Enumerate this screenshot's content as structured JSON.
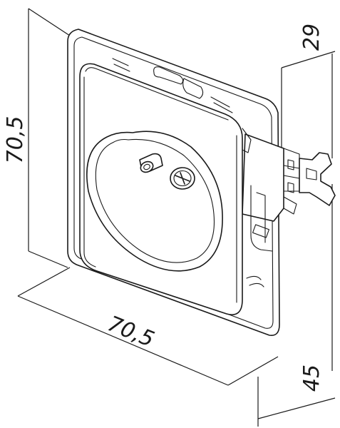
{
  "dimensions": {
    "height_label": "70,5",
    "width_label": "70,5",
    "depth_label": "29",
    "total_depth_label": "45"
  },
  "colors": {
    "line": "#1a1a1a",
    "background": "#ffffff"
  }
}
